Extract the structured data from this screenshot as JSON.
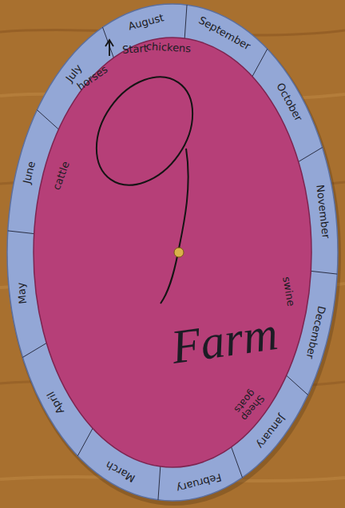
{
  "diagram": {
    "nodes": [
      {
        "text": [
          "August",
          "September",
          "October",
          "November",
          "December",
          "January",
          "February",
          "March",
          "April",
          "May",
          "June",
          "July"
        ]
      },
      {
        "text": [
          "Start",
          "chickens",
          "horses",
          "cattle",
          "Farm",
          "swine",
          "Sheep goats"
        ],
        "in": 0
      }
    ]
  }
}
